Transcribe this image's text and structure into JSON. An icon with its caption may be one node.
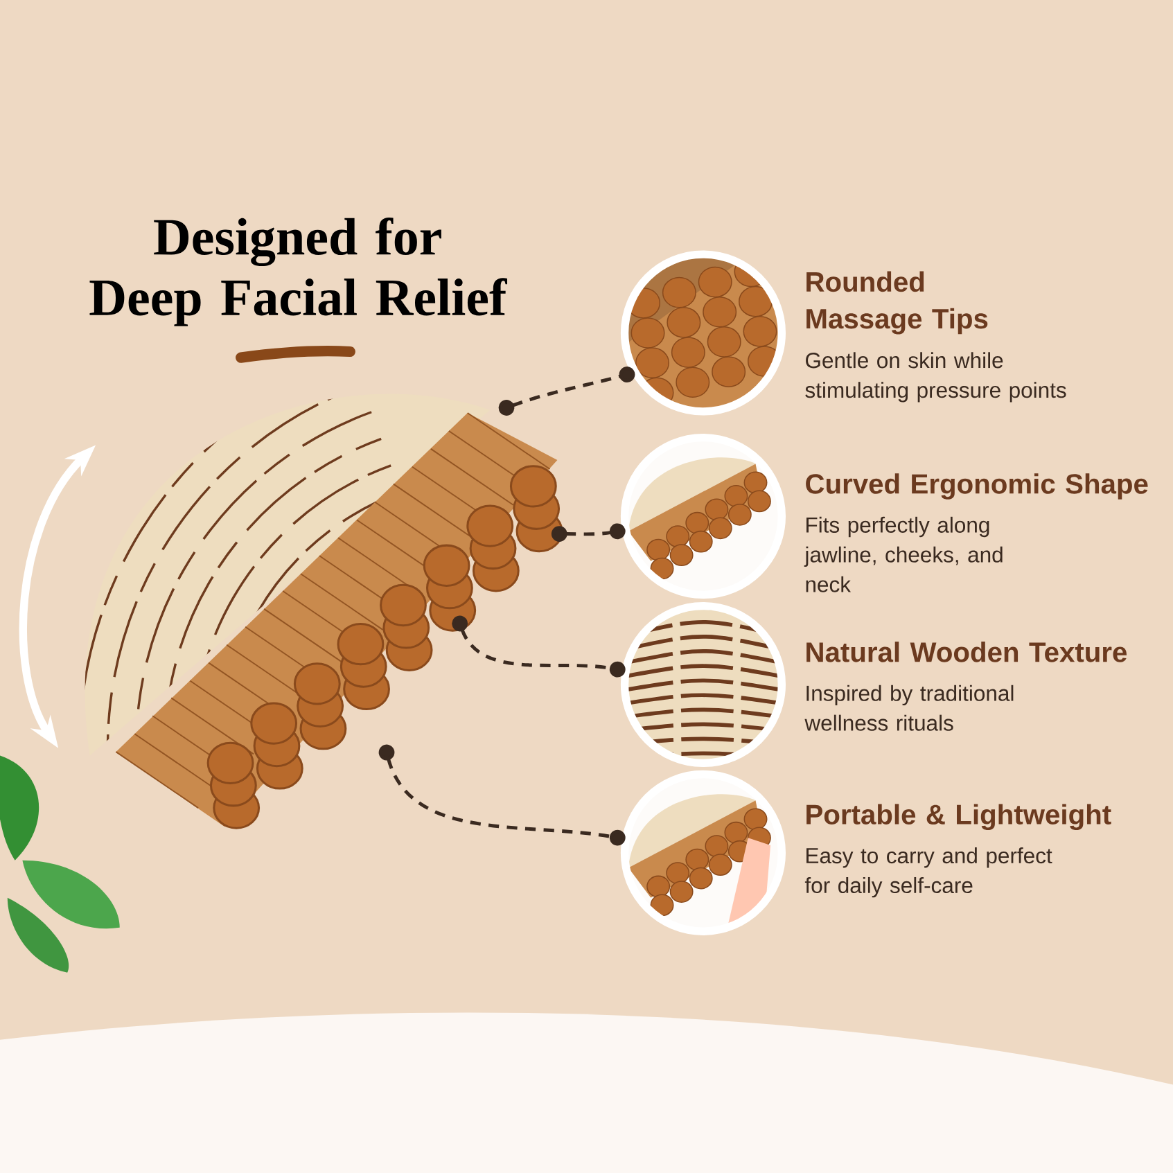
{
  "diagram": {
    "title": "Designed for Deep Facial Relief",
    "nodes": [
      {
        "text": [],
        "shape": "picture"
      },
      {
        "text": [],
        "shape": "picture",
        "beside": [
          "Rounded Massage Tips",
          "Gentle on skin while stimulating pressure points"
        ]
      },
      {
        "text": [],
        "shape": "picture",
        "beside": [
          "Curved Ergonomic Shape",
          "Fits perfectly along jawline, cheeks, and neck"
        ]
      },
      {
        "text": [],
        "shape": "picture",
        "beside": [
          "Natural Wooden Texture",
          "Inspired by traditional wellness rituals"
        ]
      },
      {
        "text": [],
        "shape": "picture",
        "beside": [
          "Portable & Lightweight",
          "Easy to carry and perfect for daily self-care"
        ]
      }
    ],
    "edges": [
      {
        "from": 0,
        "to": 1,
        "arrow": "other",
        "style": "dashed"
      },
      {
        "from": 0,
        "to": 2,
        "arrow": "other",
        "style": "dashed"
      },
      {
        "from": 0,
        "to": 3,
        "arrow": "other",
        "style": "dashed"
      },
      {
        "from": 0,
        "to": 4,
        "arrow": "other",
        "style": "dashed"
      }
    ]
  }
}
